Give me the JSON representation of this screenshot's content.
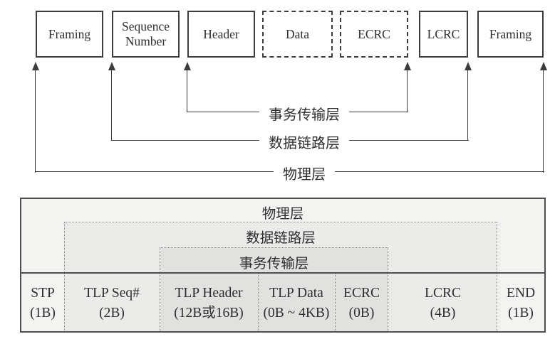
{
  "top_diagram": {
    "boxes": [
      {
        "label": "Framing",
        "border": "solid"
      },
      {
        "label": "Sequence Number",
        "border": "solid"
      },
      {
        "label": "Header",
        "border": "solid"
      },
      {
        "label": "Data",
        "border": "dashed"
      },
      {
        "label": "ECRC",
        "border": "dashed"
      },
      {
        "label": "LCRC",
        "border": "solid"
      },
      {
        "label": "Framing",
        "border": "solid"
      }
    ],
    "brackets": [
      {
        "label": "事务传输层"
      },
      {
        "label": "数据链路层"
      },
      {
        "label": "物理层"
      }
    ]
  },
  "table": {
    "layer_rows": [
      {
        "label": "物理层"
      },
      {
        "label": "数据链路层"
      },
      {
        "label": "事务传输层"
      }
    ],
    "fields": [
      {
        "name": "STP",
        "size": "(1B)"
      },
      {
        "name": "TLP Seq#",
        "size": "(2B)"
      },
      {
        "name": "TLP Header",
        "size": "(12B或16B)"
      },
      {
        "name": "TLP Data",
        "size": "(0B ~ 4KB)"
      },
      {
        "name": "ECRC",
        "size": "(0B)"
      },
      {
        "name": "LCRC",
        "size": "(4B)"
      },
      {
        "name": "END",
        "size": "(1B)"
      }
    ]
  },
  "colors": {
    "line": "#3c3c3c",
    "table_border": "#4f4f4f",
    "table_fill": "#f3f3f1",
    "datalink_fill": "#ebebe9",
    "transaction_fill": "#e1e1df",
    "dotted": "#8a8a8a"
  }
}
